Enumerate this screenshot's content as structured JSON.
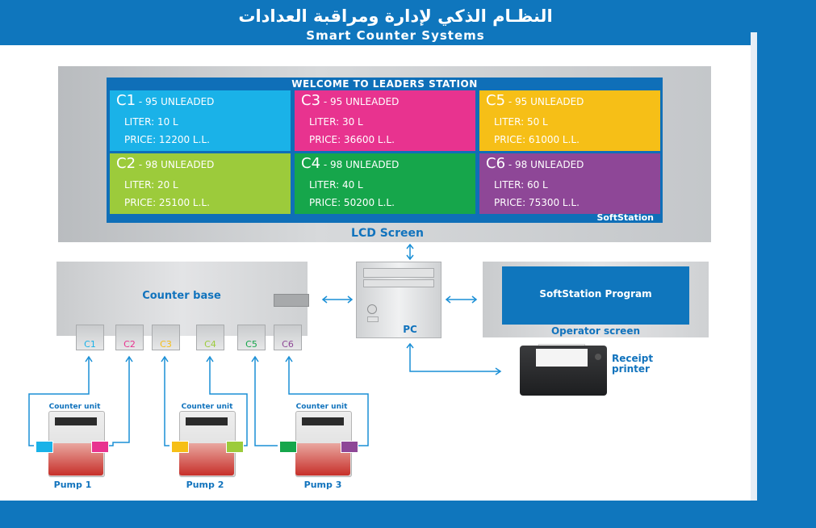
{
  "header": {
    "title_ar": "النظـام الذكي لإدارة ومراقبة العدادات",
    "title_en": "Smart Counter Systems"
  },
  "lcd": {
    "welcome": "WELCOME TO  LEADERS  STATION",
    "brand": "SoftStation",
    "label": "LCD Screen",
    "counters": [
      {
        "id": "C1",
        "fuel": "- 95 UNLEADED",
        "liter": "LITER:  10 L",
        "price": "PRICE:  12200 L.L.",
        "color": "#1ab2e8"
      },
      {
        "id": "C3",
        "fuel": "- 95 UNLEADED",
        "liter": "LITER:  30 L",
        "price": "PRICE:  36600 L.L.",
        "color": "#e8338f"
      },
      {
        "id": "C5",
        "fuel": "- 95 UNLEADED",
        "liter": "LITER:  50 L",
        "price": "PRICE:  61000 L.L.",
        "color": "#f6bf17"
      },
      {
        "id": "C2",
        "fuel": "- 98 UNLEADED",
        "liter": "LITER:  20 L",
        "price": "PRICE:  25100 L.L.",
        "color": "#9ccb3b"
      },
      {
        "id": "C4",
        "fuel": "- 98 UNLEADED",
        "liter": "LITER:  40 L",
        "price": "PRICE:  50200 L.L.",
        "color": "#16a64b"
      },
      {
        "id": "C6",
        "fuel": "- 98 UNLEADED",
        "liter": "LITER:  60 L",
        "price": "PRICE:  75300 L.L.",
        "color": "#8e4797"
      }
    ]
  },
  "counter_base": {
    "label": "Counter base",
    "slots": [
      {
        "id": "C1",
        "color": "#1ab2e8"
      },
      {
        "id": "C2",
        "color": "#e8338f"
      },
      {
        "id": "C3",
        "color": "#f6bf17"
      },
      {
        "id": "C4",
        "color": "#9ccb3b"
      },
      {
        "id": "C5",
        "color": "#16a64b"
      },
      {
        "id": "C6",
        "color": "#8e4797"
      }
    ]
  },
  "pc": {
    "label": "PC"
  },
  "operator": {
    "program": "SoftStation Program",
    "label": "Operator screen"
  },
  "printer": {
    "label_line1": "Receipt",
    "label_line2": "printer"
  },
  "pumps": [
    {
      "label": "Pump 1",
      "unit_label": "Counter unit",
      "colors": [
        "#1ab2e8",
        "#e8338f"
      ]
    },
    {
      "label": "Pump 2",
      "unit_label": "Counter unit",
      "colors": [
        "#f6bf17",
        "#9ccb3b"
      ]
    },
    {
      "label": "Pump 3",
      "unit_label": "Counter unit",
      "colors": [
        "#16a64b",
        "#8e4797"
      ]
    }
  ]
}
